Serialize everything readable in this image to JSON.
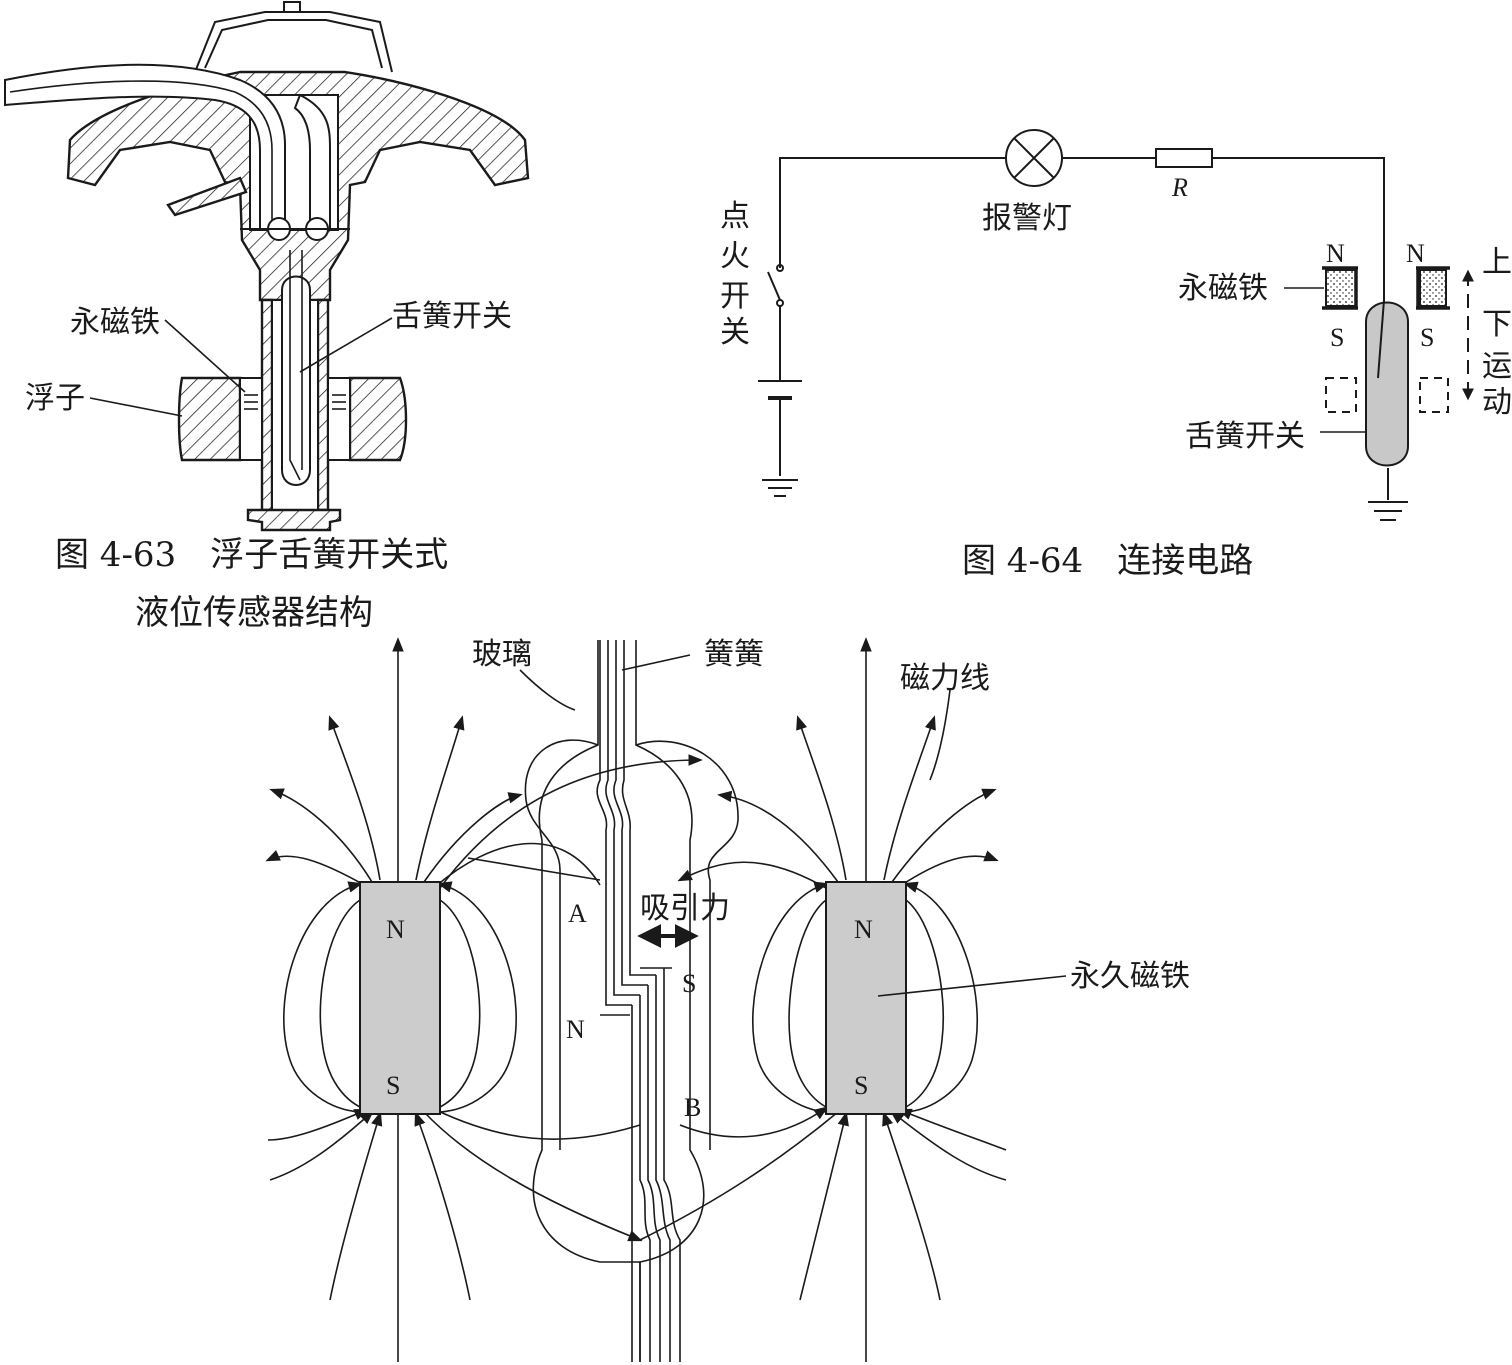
{
  "fig63": {
    "label_magnet": "永磁铁",
    "label_float": "浮子",
    "label_reed": "舌簧开关",
    "caption_line1": "图 4-63　浮子舌簧开关式",
    "caption_line2": "液位传感器结构"
  },
  "fig64": {
    "label_ignition": [
      "点",
      "火",
      "开",
      "关"
    ],
    "label_lamp": "报警灯",
    "label_resistor": "R",
    "label_magnet": "永磁铁",
    "label_reed": "舌簧开关",
    "label_motion": [
      "上",
      "下",
      "运",
      "动"
    ],
    "pole_n_left": "N",
    "pole_n_right": "N",
    "pole_s_left": "S",
    "pole_s_right": "S",
    "caption": "图 4-64　连接电路"
  },
  "fig65": {
    "label_glass": "玻璃",
    "label_reed": "簧簧",
    "label_field_lines": "磁力线",
    "label_attraction": "吸引力",
    "label_permanent_magnet": "永久磁铁",
    "label_a": "A",
    "label_b": "B",
    "reed_pole_n": "N",
    "reed_pole_s": "S",
    "left_magnet_n": "N",
    "left_magnet_s": "S",
    "right_magnet_n": "N",
    "right_magnet_s": "S"
  },
  "colors": {
    "ink": "#1a1a1a",
    "magnet_fill": "#cccccc",
    "background": "#ffffff"
  }
}
